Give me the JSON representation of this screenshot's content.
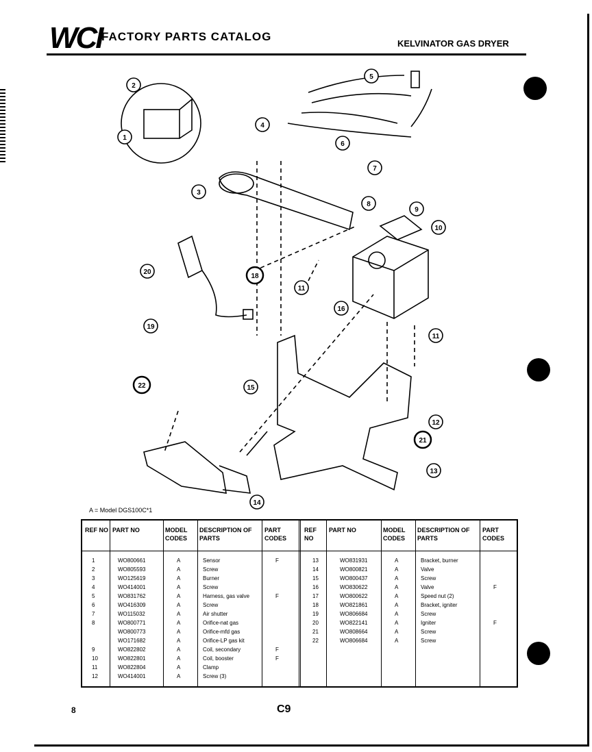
{
  "header": {
    "logo": "WCI",
    "catalog_title": "FACTORY PARTS CATALOG",
    "product": "KELVINATOR GAS DRYER"
  },
  "model_note": "A = Model DGS100C*1",
  "table": {
    "headers": {
      "ref_no": "REF NO",
      "part_no": "PART NO",
      "model_codes": "MODEL CODES",
      "description": "DESCRIPTION OF PARTS",
      "part_codes": "PART CODES"
    },
    "left_rows": [
      {
        "ref": "1",
        "part": "WO800661",
        "model": "A",
        "desc": "Sensor",
        "code": "F"
      },
      {
        "ref": "2",
        "part": "WO805593",
        "model": "A",
        "desc": "Screw",
        "code": ""
      },
      {
        "ref": "3",
        "part": "WO125619",
        "model": "A",
        "desc": "Burner",
        "code": ""
      },
      {
        "ref": "4",
        "part": "WO414001",
        "model": "A",
        "desc": "Screw",
        "code": ""
      },
      {
        "ref": "5",
        "part": "WO831762",
        "model": "A",
        "desc": "Harness, gas valve",
        "code": "F"
      },
      {
        "ref": "6",
        "part": "WO416309",
        "model": "A",
        "desc": "Screw",
        "code": ""
      },
      {
        "ref": "7",
        "part": "WO115032",
        "model": "A",
        "desc": "Air shutter",
        "code": ""
      },
      {
        "ref": "8",
        "part": "WO800771",
        "model": "A",
        "desc": "Orifice-nat gas",
        "code": ""
      },
      {
        "ref": "",
        "part": "WO800773",
        "model": "A",
        "desc": "Orifice-mfd gas",
        "code": ""
      },
      {
        "ref": "",
        "part": "WO171682",
        "model": "A",
        "desc": "Orifice-LP gas kit",
        "code": ""
      },
      {
        "ref": "9",
        "part": "WO822802",
        "model": "A",
        "desc": "Coil, secondary",
        "code": "F"
      },
      {
        "ref": "10",
        "part": "WO822801",
        "model": "A",
        "desc": "Coil, booster",
        "code": "F"
      },
      {
        "ref": "11",
        "part": "WO822804",
        "model": "A",
        "desc": "Clamp",
        "code": ""
      },
      {
        "ref": "12",
        "part": "WO414001",
        "model": "A",
        "desc": "Screw (3)",
        "code": ""
      }
    ],
    "right_rows": [
      {
        "ref": "13",
        "part": "WO831931",
        "model": "A",
        "desc": "Bracket, burner",
        "code": ""
      },
      {
        "ref": "14",
        "part": "WO800821",
        "model": "A",
        "desc": "Valve",
        "code": ""
      },
      {
        "ref": "15",
        "part": "WO800437",
        "model": "A",
        "desc": "Screw",
        "code": ""
      },
      {
        "ref": "16",
        "part": "WO830622",
        "model": "A",
        "desc": "Valve",
        "code": "F"
      },
      {
        "ref": "17",
        "part": "WO800622",
        "model": "A",
        "desc": "Speed nut (2)",
        "code": ""
      },
      {
        "ref": "18",
        "part": "WO821861",
        "model": "A",
        "desc": "Bracket, igniter",
        "code": ""
      },
      {
        "ref": "19",
        "part": "WO806684",
        "model": "A",
        "desc": "Screw",
        "code": ""
      },
      {
        "ref": "20",
        "part": "WO822141",
        "model": "A",
        "desc": "Igniter",
        "code": "F"
      },
      {
        "ref": "21",
        "part": "WO808664",
        "model": "A",
        "desc": "Screw",
        "code": ""
      },
      {
        "ref": "22",
        "part": "WO806684",
        "model": "A",
        "desc": "Screw",
        "code": ""
      }
    ]
  },
  "callouts": [
    "1",
    "2",
    "3",
    "4",
    "5",
    "6",
    "7",
    "8",
    "9",
    "10",
    "11",
    "11",
    "12",
    "13",
    "14",
    "15",
    "16",
    "18",
    "19",
    "20",
    "21",
    "22"
  ],
  "footer": {
    "left": "8",
    "center": "C9"
  }
}
